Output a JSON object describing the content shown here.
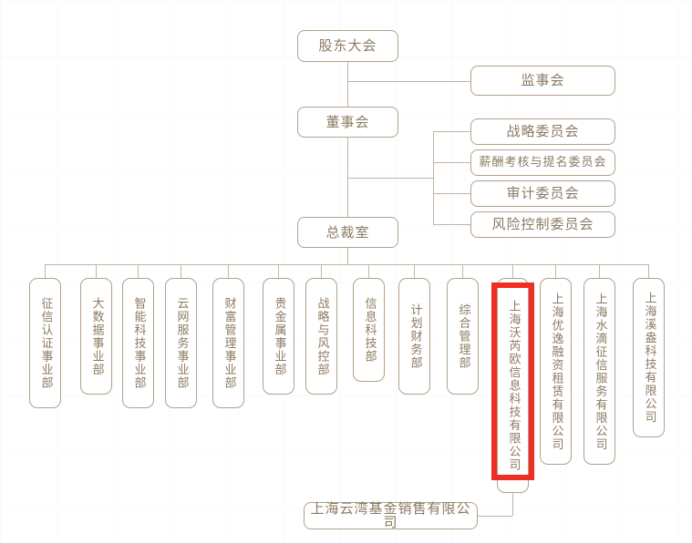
{
  "chart_data": {
    "type": "diagram",
    "title": "",
    "diagram_kind": "organization-chart",
    "orientation": "top-down",
    "palette": {
      "box_border": "#b3a089",
      "box_text": "#8c7a63",
      "connector": "#c5b4a0",
      "background": "#ffffff",
      "grid": "#fbfafa",
      "highlight": "#ef2f24"
    },
    "levels": [
      {
        "level": 1,
        "nodes": [
          "股东大会"
        ]
      },
      {
        "level": 2,
        "nodes": [
          "监事会"
        ]
      },
      {
        "level": 3,
        "nodes": [
          "董事会"
        ]
      },
      {
        "level": 4,
        "nodes": [
          "战略委员会",
          "薪酬考核与提名委员会",
          "审计委员会",
          "风险控制委员会"
        ]
      },
      {
        "level": 5,
        "nodes": [
          "总裁室"
        ]
      },
      {
        "level": 6,
        "nodes": [
          "征信认证事业部",
          "大数据事业部",
          "智能科技事业部",
          "云网服务事业部",
          "财富管理事业部",
          "贵金属事业部",
          "战略与风控部",
          "信息科技部",
          "计划财务部",
          "综合管理部",
          "上海沃芮欧信息科技有限公司",
          "上海优逸融资租赁有限公司",
          "上海水滴征信服务有限公司",
          "上海溪盎科技有限公司"
        ]
      },
      {
        "level": 7,
        "nodes": [
          "上海云湾基金销售有限公司"
        ]
      }
    ],
    "edges": [
      {
        "from": "股东大会",
        "to": "监事会"
      },
      {
        "from": "股东大会",
        "to": "董事会"
      },
      {
        "from": "董事会",
        "to": "战略委员会"
      },
      {
        "from": "董事会",
        "to": "薪酬考核与提名委员会"
      },
      {
        "from": "董事会",
        "to": "审计委员会"
      },
      {
        "from": "董事会",
        "to": "风险控制委员会"
      },
      {
        "from": "董事会",
        "to": "总裁室"
      },
      {
        "from": "总裁室",
        "to": "征信认证事业部"
      },
      {
        "from": "总裁室",
        "to": "大数据事业部"
      },
      {
        "from": "总裁室",
        "to": "智能科技事业部"
      },
      {
        "from": "总裁室",
        "to": "云网服务事业部"
      },
      {
        "from": "总裁室",
        "to": "财富管理事业部"
      },
      {
        "from": "总裁室",
        "to": "贵金属事业部"
      },
      {
        "from": "总裁室",
        "to": "战略与风控部"
      },
      {
        "from": "总裁室",
        "to": "信息科技部"
      },
      {
        "from": "总裁室",
        "to": "计划财务部"
      },
      {
        "from": "总裁室",
        "to": "综合管理部"
      },
      {
        "from": "总裁室",
        "to": "上海沃芮欧信息科技有限公司"
      },
      {
        "from": "总裁室",
        "to": "上海优逸融资租赁有限公司"
      },
      {
        "from": "总裁室",
        "to": "上海水滴征信服务有限公司"
      },
      {
        "from": "总裁室",
        "to": "上海溪盎科技有限公司"
      },
      {
        "from": "上海沃芮欧信息科技有限公司",
        "to": "上海云湾基金销售有限公司"
      }
    ],
    "highlighted_nodes": [
      "上海沃芮欧信息科技有限公司"
    ]
  },
  "nodes": {
    "shareholders_meeting": "股东大会",
    "supervisory_board": "监事会",
    "board_of_directors": "董事会",
    "strategy_committee": "战略委员会",
    "compensation_nomination_committee": "薪酬考核与提名委员会",
    "audit_committee": "审计委员会",
    "risk_control_committee": "风险控制委员会",
    "presidents_office": "总裁室",
    "dept_credit_certification": "征信认证事业部",
    "dept_big_data": "大数据事业部",
    "dept_intelligent_technology": "智能科技事业部",
    "dept_cloud_network_service": "云网服务事业部",
    "dept_wealth_management": "财富管理事业部",
    "dept_precious_metals": "贵金属事业部",
    "dept_strategy_risk_control": "战略与风控部",
    "dept_information_technology": "信息科技部",
    "dept_planning_finance": "计划财务部",
    "dept_general_management": "综合管理部",
    "sub_shanghai_woruiou": "上海沃芮欧信息科技有限公司",
    "sub_shanghai_youyi_leasing": "上海优逸融资租赁有限公司",
    "sub_shanghai_shuidi_credit": "上海水滴征信服务有限公司",
    "sub_shanghai_xiyang_tech": "上海溪盎科技有限公司",
    "sub_shanghai_yunwan_fund": "上海云湾基金销售有限公司"
  }
}
